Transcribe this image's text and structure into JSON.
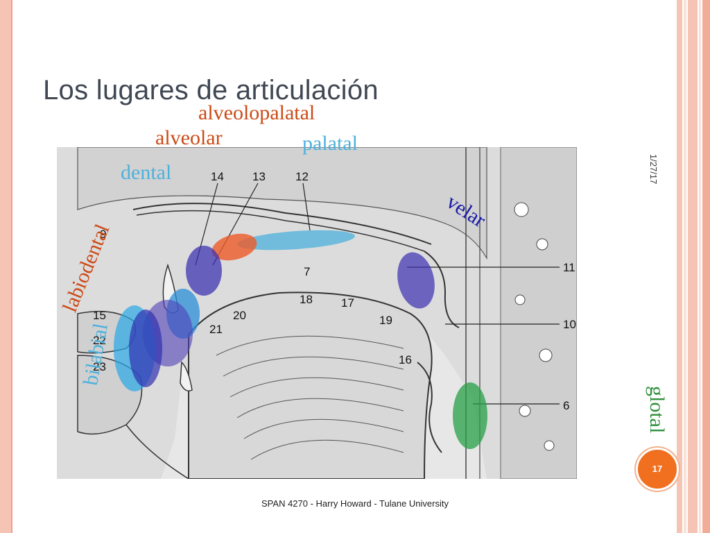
{
  "slide": {
    "title": "Los lugares de articulación",
    "date": "1/27/17",
    "page_number": "17",
    "footer": "SPAN 4270 - Harry Howard - Tulane University"
  },
  "places": {
    "alveolopalatal": {
      "text": "alveolopalatal",
      "color": "#cc4a16"
    },
    "alveolar": {
      "text": "alveolar",
      "color": "#cc4a16"
    },
    "palatal": {
      "text": "palatal",
      "color": "#4eb1dc"
    },
    "dental": {
      "text": "dental",
      "color": "#4eb1dc"
    },
    "velar": {
      "text": "velar",
      "color": "#1a1aa8"
    },
    "labiodental": {
      "text": "labiodental",
      "color": "#cc4a16"
    },
    "bilabial": {
      "text": "bilabial",
      "color": "#4eb1dc"
    },
    "glotal": {
      "text": "glotal",
      "color": "#2e8f3a"
    }
  },
  "diagram_numbers": [
    "14",
    "13",
    "12",
    "9",
    "7",
    "11",
    "18",
    "17",
    "15",
    "20",
    "19",
    "10",
    "21",
    "22",
    "23",
    "16",
    "6"
  ]
}
